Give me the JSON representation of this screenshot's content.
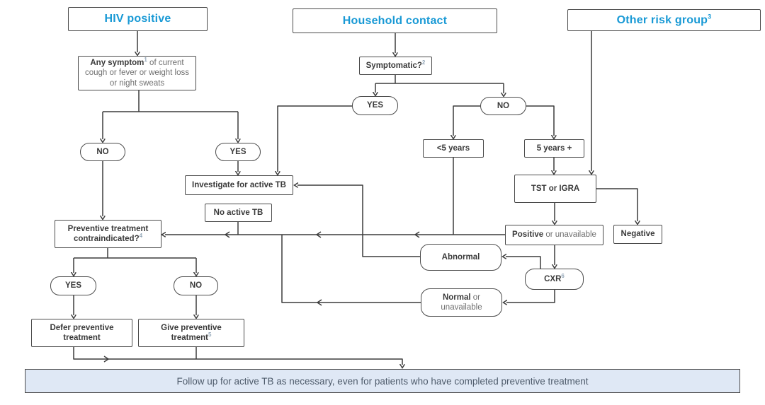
{
  "palette": {
    "accent_blue": "#1899d5",
    "line_color": "#3c3c3c",
    "box_border": "#4b4b4b",
    "text_dark": "#3a3a3a",
    "text_gray": "#6f6f6f",
    "superscript": "#94a7b8",
    "footer_bg": "#dfe8f5",
    "footer_text": "#4e5b6b"
  },
  "headers": {
    "hiv": "HIV positive",
    "household": "Household contact",
    "other": "Other risk group",
    "other_sup": "3"
  },
  "nodes": {
    "symptom": {
      "bold": "Any symptom",
      "sup": "1",
      "rest": " of current cough or fever or weight loss or night sweats"
    },
    "hiv_no": "NO",
    "hiv_yes": "YES",
    "investigate": "Investigate for active TB",
    "no_active_tb": "No active TB",
    "contraindicated": {
      "bold": "Preventive treatment contraindicated?",
      "sup": "4"
    },
    "contra_yes": "YES",
    "contra_no": "NO",
    "defer": "Defer preventive treatment",
    "give": {
      "bold": "Give preventive treatment",
      "sup": "5"
    },
    "symptomatic": {
      "bold": "Symptomatic?",
      "sup": "2"
    },
    "hh_yes": "YES",
    "hh_no": "NO",
    "under5": "<5 years",
    "over5": "5 years +",
    "tst": "TST or IGRA",
    "positive": {
      "bold": "Positive",
      "rest": " or unavailable"
    },
    "negative": "Negative",
    "abnormal": "Abnormal",
    "cxr": {
      "bold": "CXR",
      "sup": "6"
    },
    "normal": {
      "bold": "Normal",
      "rest": " or unavailable"
    }
  },
  "footer": {
    "text": "Follow up for active TB as necessary, even for patients who have completed preventive treatment"
  }
}
